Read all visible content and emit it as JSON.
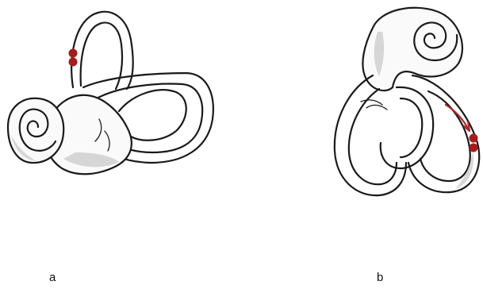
{
  "panels": [
    {
      "label": "a",
      "markers": 2
    },
    {
      "label": "b",
      "markers": 2,
      "arrow": true
    }
  ],
  "colors": {
    "line": "#1a1a1a",
    "marker": "#a51c1c",
    "arrow": "#b0262a",
    "shading": "#b8b8b8",
    "background": "#ffffff"
  }
}
